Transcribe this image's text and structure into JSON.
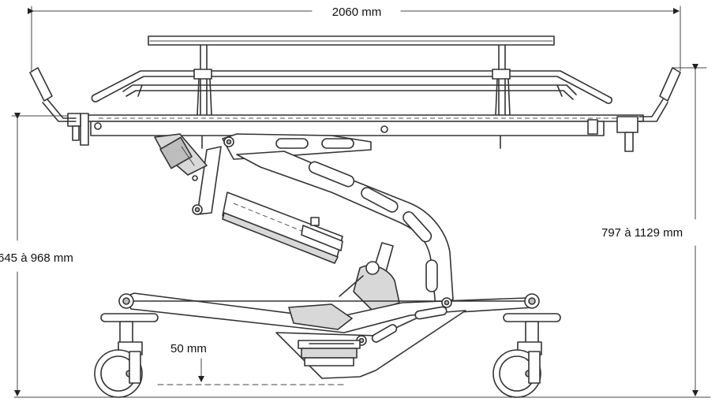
{
  "dimensions": {
    "length": "2060 mm",
    "platform_height": "645  à  968 mm",
    "overall_height": "797  à 1129 mm",
    "ground_clearance": "50 mm"
  },
  "colors": {
    "line": "#333333",
    "fill_light": "#d8d8d8",
    "fill_dark": "#bdbdbd",
    "background": "#ffffff"
  }
}
